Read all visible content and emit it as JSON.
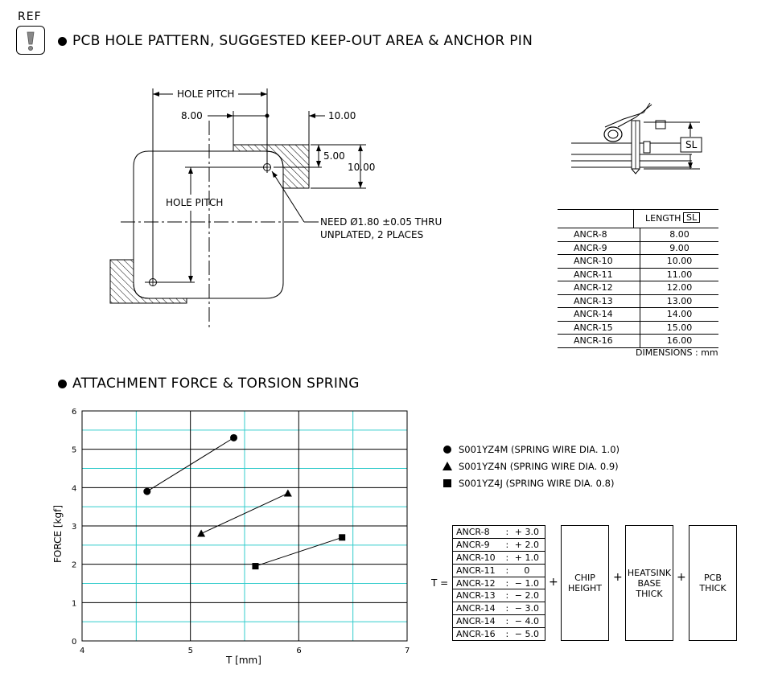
{
  "header": {
    "ref_label": "REF",
    "section1_title": "PCB HOLE PATTERN, SUGGESTED KEEP-OUT AREA & ANCHOR PIN",
    "section2_title": "ATTACHMENT FORCE & TORSION SPRING"
  },
  "drawing": {
    "hole_pitch_top": "HOLE PITCH",
    "hole_pitch_side": "HOLE PITCH",
    "dim_8": "8.00",
    "dim_10_top": "10.00",
    "dim_5": "5.00",
    "dim_10_side": "10.00",
    "note_line1": "NEED Ø1.80 ±0.05 THRU",
    "note_line2": "UNPLATED,  2 PLACES",
    "sl_label": "SL"
  },
  "anchor_table": {
    "header_length": "LENGTH",
    "header_sl": "SL",
    "rows": [
      {
        "name": "ANCR-8",
        "length": "8.00"
      },
      {
        "name": "ANCR-9",
        "length": "9.00"
      },
      {
        "name": "ANCR-10",
        "length": "10.00"
      },
      {
        "name": "ANCR-11",
        "length": "11.00"
      },
      {
        "name": "ANCR-12",
        "length": "12.00"
      },
      {
        "name": "ANCR-13",
        "length": "13.00"
      },
      {
        "name": "ANCR-14",
        "length": "14.00"
      },
      {
        "name": "ANCR-15",
        "length": "15.00"
      },
      {
        "name": "ANCR-16",
        "length": "16.00"
      }
    ],
    "units_note": "DIMENSIONS :  mm"
  },
  "chart_data": {
    "type": "line",
    "xlabel": "T [mm]",
    "ylabel": "FORCE  [kgf]",
    "xlim": [
      4,
      7
    ],
    "ylim": [
      0,
      6
    ],
    "x_ticks": [
      "4",
      "5",
      "6",
      "7"
    ],
    "y_ticks": [
      "0",
      "1",
      "2",
      "3",
      "4",
      "5",
      "6"
    ],
    "grid": true,
    "grid_color": "#33cccc",
    "series": [
      {
        "name": "S001YZ4M  (SPRING WIRE DIA. 1.0)",
        "marker": "circle",
        "points": [
          [
            4.6,
            3.9
          ],
          [
            5.4,
            5.3
          ]
        ]
      },
      {
        "name": "S001YZ4N  (SPRING WIRE DIA. 0.9)",
        "marker": "triangle",
        "points": [
          [
            5.1,
            2.8
          ],
          [
            5.9,
            3.85
          ]
        ]
      },
      {
        "name": "S001YZ4J   (SPRING WIRE DIA. 0.8)",
        "marker": "square",
        "points": [
          [
            5.6,
            1.95
          ],
          [
            6.4,
            2.7
          ]
        ]
      }
    ]
  },
  "formula": {
    "t_label": "T =",
    "rows": [
      {
        "name": "ANCR-8",
        "value": "+ 3.0"
      },
      {
        "name": "ANCR-9",
        "value": "+ 2.0"
      },
      {
        "name": "ANCR-10",
        "value": "+ 1.0"
      },
      {
        "name": "ANCR-11",
        "value": "0"
      },
      {
        "name": "ANCR-12",
        "value": "− 1.0"
      },
      {
        "name": "ANCR-13",
        "value": "− 2.0"
      },
      {
        "name": "ANCR-14",
        "value": "− 3.0"
      },
      {
        "name": "ANCR-14",
        "value": "− 4.0"
      },
      {
        "name": "ANCR-16",
        "value": "− 5.0"
      }
    ],
    "plus": "+",
    "box_chip": "CHIP\nHEIGHT",
    "box_heatsink": "HEATSINK\nBASE\nTHICK",
    "box_pcb": "PCB\nTHICK"
  }
}
